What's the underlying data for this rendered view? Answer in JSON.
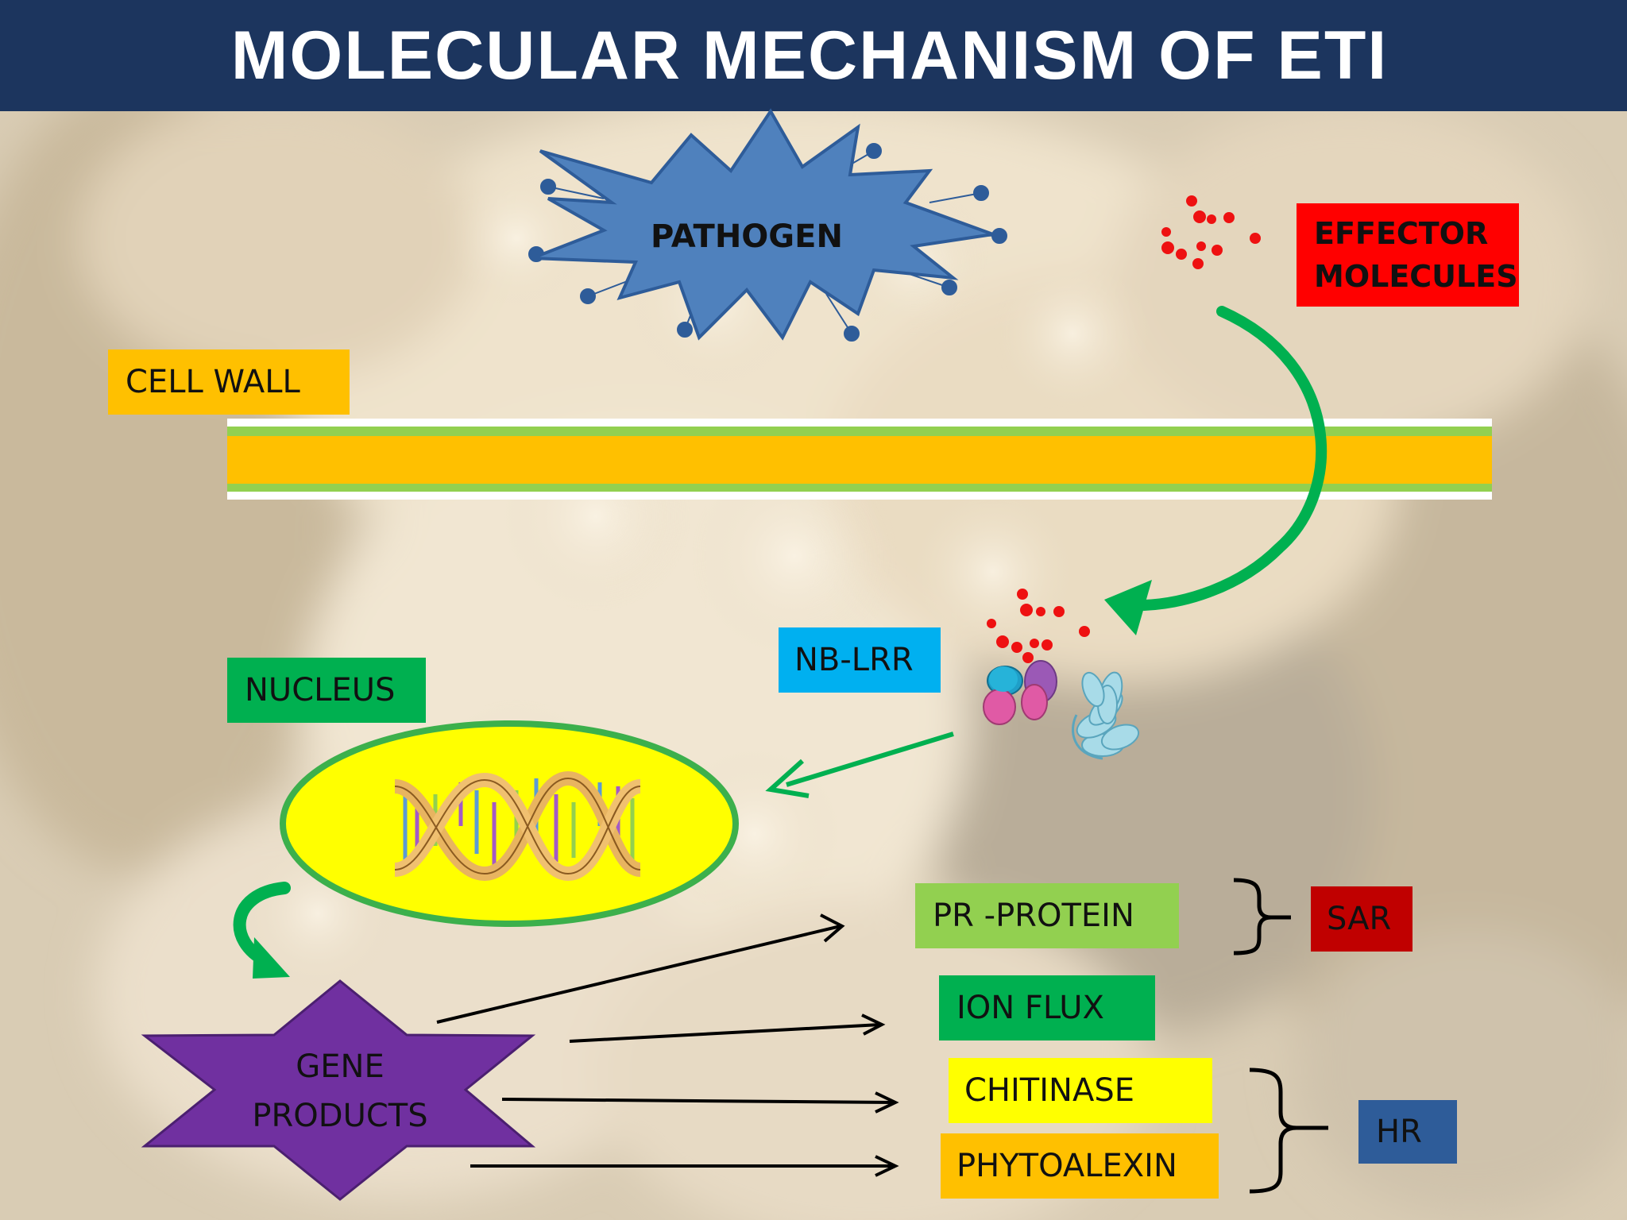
{
  "title": "MOLECULAR MECHANISM OF ETI",
  "labels": {
    "pathogen": "PATHOGEN",
    "effector_line1": "EFFECTOR",
    "effector_line2": "MOLECULES",
    "cell_wall": "CELL WALL",
    "nb_lrr": "NB-LRR",
    "nucleus": "NUCLEUS",
    "gene_line1": "GENE",
    "gene_line2": "PRODUCTS",
    "pr_protein": "PR -PROTEIN",
    "ion_flux": "ION FLUX",
    "chitinase": "CHITINASE",
    "phytoalexin": "PHYTOALEXIN",
    "sar": "SAR",
    "hr": "HR"
  },
  "colors": {
    "header": "#1c355e",
    "pathogen": "#4f81bd",
    "effector_box": "#ff0000",
    "cell_wall_box": "#ffc000",
    "membrane_core": "#ffc000",
    "membrane_edge": "#92d050",
    "nb_lrr_box": "#00b0f0",
    "nucleus_box": "#00b050",
    "nucleus_fill": "#ffff00",
    "gene_products": "#7030a0",
    "pr_protein_box": "#92d050",
    "ion_flux_box": "#00b050",
    "chitinase_box": "#ffff00",
    "phytoalexin_box": "#ffc000",
    "sar_box": "#c00000",
    "hr_box": "#2e5c99",
    "arrow_green": "#00b050"
  }
}
